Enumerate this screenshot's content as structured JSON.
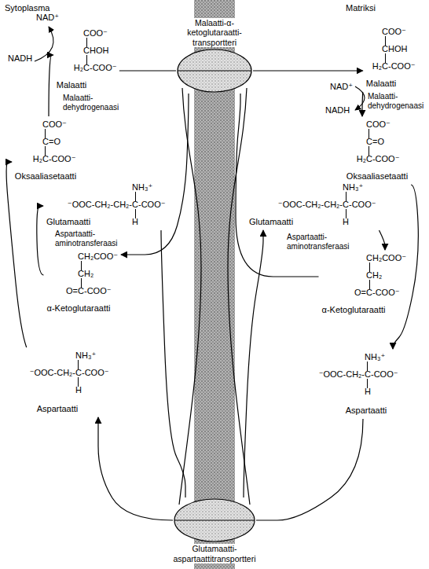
{
  "diagram": {
    "nodes": [
      {
        "text": [
          "Malaatti-α-ketoglutaraatti-transportteri"
        ]
      },
      {
        "text": [
          "Glutamaatti-aspartaattitransportteri"
        ]
      },
      {
        "text": [
          "COO⁻",
          "CHOH",
          "H₂C-COO⁻",
          "Malaatti"
        ]
      },
      {
        "text": [
          "COO⁻",
          "C=O",
          "H₂C-COO⁻",
          "Oksaaliasetaatti"
        ]
      },
      {
        "text": [
          "NH₃⁺",
          "⁻OOC-CH₂-CH₂-C-COO⁻",
          "H",
          "Glutamaatti"
        ]
      },
      {
        "text": [
          "CH₂COO⁻",
          "CH₂",
          "O=C-COO⁻",
          "α-Ketoglutaraatti"
        ]
      },
      {
        "text": [
          "NH₃⁺",
          "⁻OOC-CH₂-C-COO⁻",
          "H",
          "Aspartaatti"
        ]
      },
      {
        "text": [
          "COO⁻",
          "CHOH",
          "H₂C-COO⁻",
          "Malaatti"
        ]
      },
      {
        "text": [
          "COO⁻",
          "C=O",
          "H₂C-COO⁻",
          "Oksaaliasetaatti"
        ]
      },
      {
        "text": [
          "NH₃⁺",
          "⁻OOC-CH₂-CH₂-C-COO⁻",
          "H",
          "Glutamaatti"
        ]
      },
      {
        "text": [
          "CH₂COO⁻",
          "CH₂",
          "O=C-COO⁻",
          "α-Ketoglutaraatti"
        ]
      },
      {
        "text": [
          "NH₃⁺",
          "⁻OOC-CH₂-C-COO⁻",
          "H",
          "Aspartaatti"
        ]
      }
    ],
    "edges": [
      {
        "from": 2,
        "to": 0,
        "arrow": "none"
      },
      {
        "from": 0,
        "to": 7,
        "arrow": "to"
      },
      {
        "from": 7,
        "to": 8,
        "arrow": "to"
      },
      {
        "from": 8,
        "to": 11,
        "arrow": "to"
      },
      {
        "from": 9,
        "to": 10,
        "arrow": "to"
      },
      {
        "from": 11,
        "to": 1,
        "arrow": "none"
      },
      {
        "from": 1,
        "to": 6,
        "arrow": "to"
      },
      {
        "from": 6,
        "to": 3,
        "arrow": "to"
      },
      {
        "from": 3,
        "to": 2,
        "arrow": "to"
      },
      {
        "from": 5,
        "to": 4,
        "arrow": "to"
      },
      {
        "from": 4,
        "to": 1,
        "arrow": "none"
      },
      {
        "from": 1,
        "to": 9,
        "arrow": "to"
      },
      {
        "from": 10,
        "to": 0,
        "arrow": "none"
      },
      {
        "from": 0,
        "to": 5,
        "arrow": "to"
      }
    ],
    "labels": [
      "Sytoplasma",
      "Matriksi",
      "NAD⁺",
      "NADH",
      "Malaatti-dehydrogenaasi",
      "Aspartaatti-aminotransferaasi",
      "NAD⁺",
      "NADH",
      "Malaatti-dehydrogenaasi",
      "Aspartaatti-aminotransferaasi"
    ]
  }
}
